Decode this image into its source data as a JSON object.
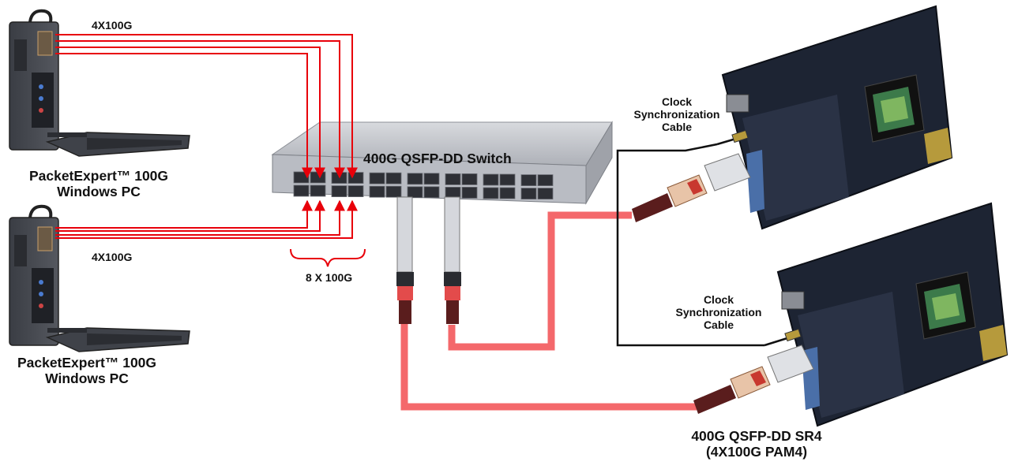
{
  "labels": {
    "link_top": "4X100G",
    "link_bottom": "4X100G",
    "pc_top_line1": "PacketExpert™ 100G",
    "pc_top_line2": "Windows PC",
    "pc_bottom_line1": "PacketExpert™ 100G",
    "pc_bottom_line2": "Windows PC",
    "switch_name": "400G QSFP-DD Switch",
    "ports_group": "8 X 100G",
    "clock_top_1": "Clock",
    "clock_top_2": "Synchronization",
    "clock_top_3": "Cable",
    "clock_bottom_1": "Clock",
    "clock_bottom_2": "Synchronization",
    "clock_bottom_3": "Cable",
    "optic_line1": "400G QSFP-DD SR4",
    "optic_line2": "(4X100G PAM4)"
  },
  "colors": {
    "red_link": "#e8000a",
    "fiber": "#f4686b",
    "clock_cable": "#111111",
    "switch_body": "#c4c6cc",
    "card_pcb": "#1d2433"
  }
}
